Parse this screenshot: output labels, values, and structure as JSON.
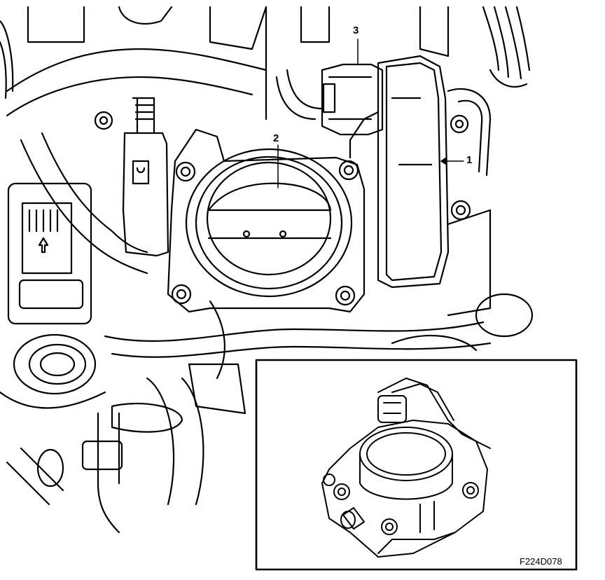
{
  "callouts": {
    "c1": "1",
    "c2": "2",
    "c3": "3"
  },
  "figure_code": "F224D078",
  "colors": {
    "line": "#000000",
    "background": "#ffffff"
  },
  "icons": [
    "throttle-body-line-drawing",
    "throttle-body-inset-drawing"
  ]
}
